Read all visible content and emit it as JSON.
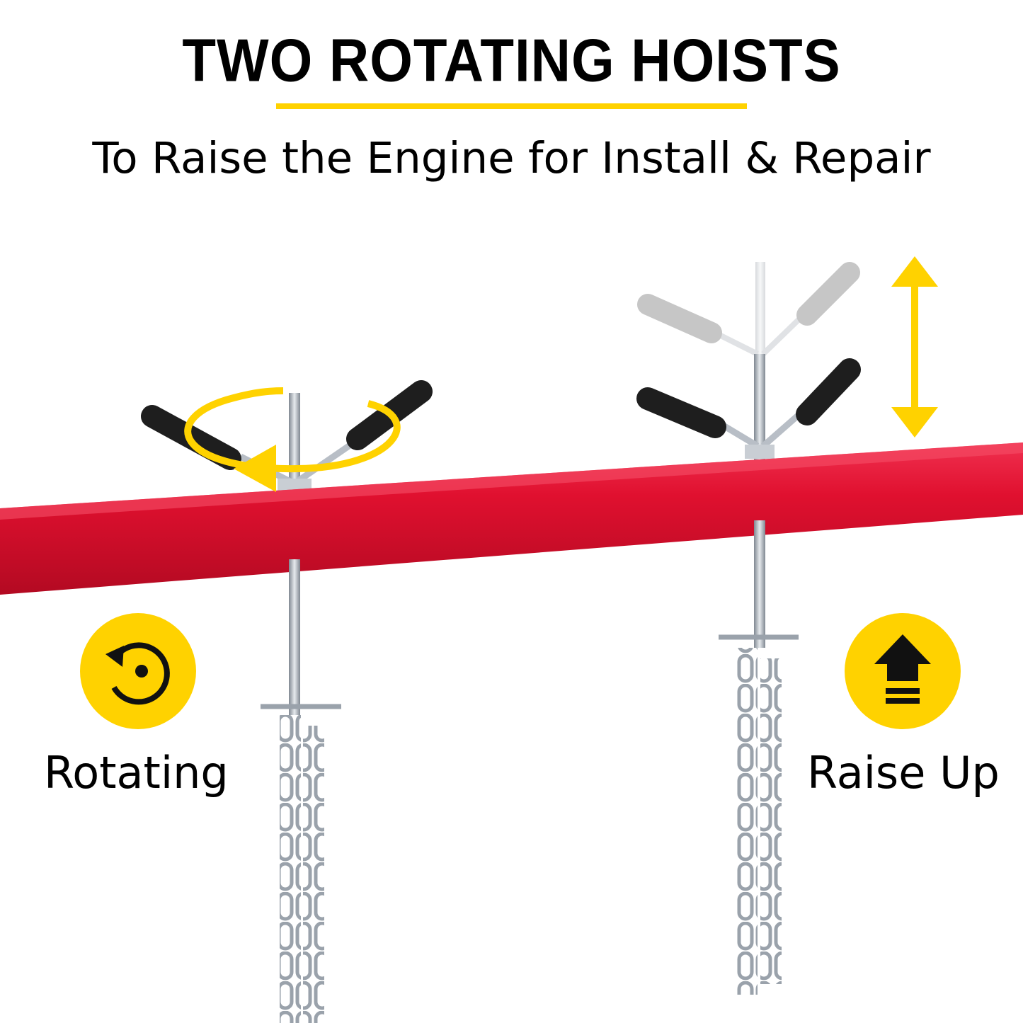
{
  "title": "TWO ROTATING HOISTS",
  "subtitle": "To Raise the Engine for Install & Repair",
  "features": [
    {
      "label": "Rotating",
      "icon": "rotate-icon"
    },
    {
      "label": "Raise Up",
      "icon": "raise-up-arrow-icon"
    }
  ],
  "colors": {
    "accent": "#ffd200",
    "beam": "#e0102f",
    "handle": "#222222",
    "metal": "#b8bec6"
  }
}
